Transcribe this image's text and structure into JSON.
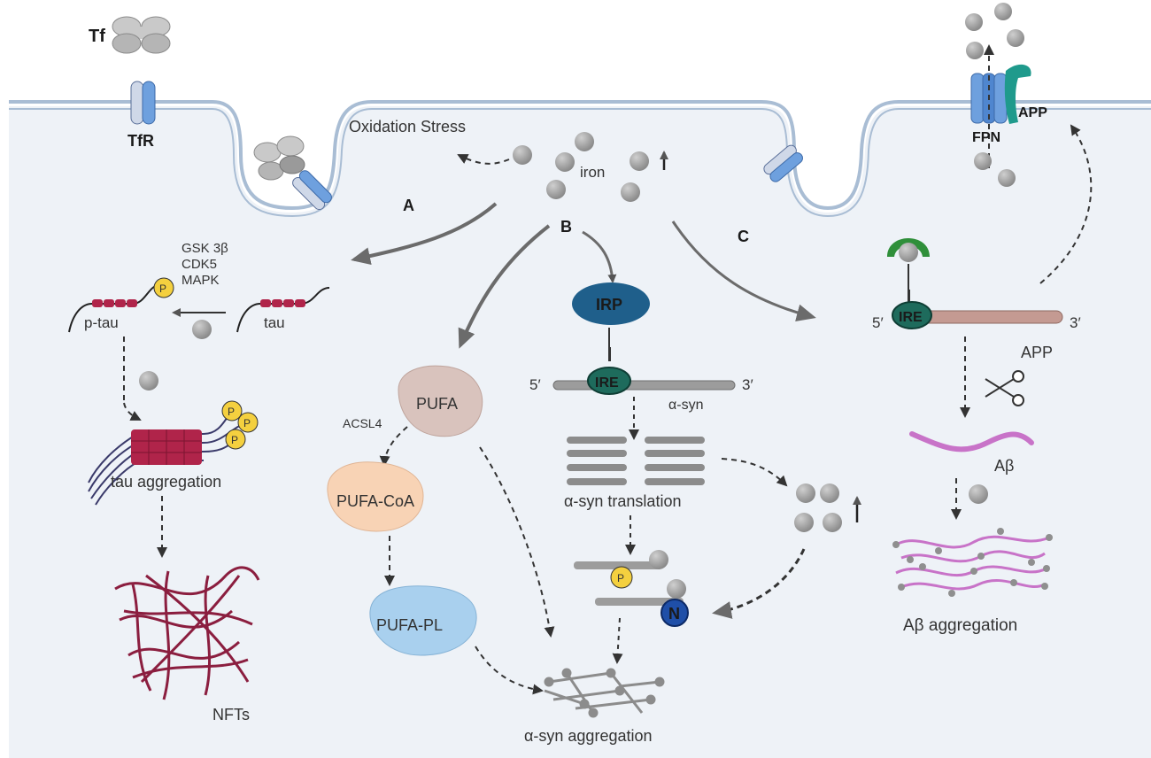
{
  "labels": {
    "tf": "Tf",
    "tfr": "TfR",
    "oxidation_stress": "Oxidation Stress",
    "iron": "iron",
    "fpn": "FPN",
    "app_membrane": "APP",
    "pathway_a": "A",
    "pathway_b": "B",
    "pathway_c": "C"
  },
  "tau_panel": {
    "kinase_1": "GSK 3β",
    "kinase_2": "CDK5",
    "kinase_3": "MAPK",
    "phospho": "P",
    "p_tau": "p-tau",
    "tau": "tau",
    "tau_aggregation": "tau aggregation",
    "nfts": "NFTs"
  },
  "lipid_panel": {
    "pufa": "PUFA",
    "acsl4": "ACSL4",
    "pufa_coa": "PUFA-CoA",
    "pufa_pl": "PUFA-PL"
  },
  "syn_panel": {
    "irp": "IRP",
    "ire": "IRE",
    "five_prime": "5′",
    "three_prime": "3′",
    "alpha_syn": "α-syn",
    "translation": "α-syn translation",
    "phospho": "P",
    "nitro": "N",
    "aggregation": "α-syn aggregation"
  },
  "app_panel": {
    "ire": "IRE",
    "five_prime": "5′",
    "three_prime": "3′",
    "app": "APP",
    "abeta": "Aβ",
    "abeta_aggregation": "Aβ aggregation"
  },
  "colors": {
    "cytoplasm": "#eef2f7",
    "membrane": "#a9bdd4",
    "iron": "#9a9a9a",
    "irp": "#1f5f8b",
    "ire": "#1e6b5c",
    "tau_red": "#b0244a",
    "phospho_yellow": "#f4d03f",
    "pufa": "#d9c3bd",
    "pufa_coa": "#f8d3b5",
    "pufa_pl": "#a9d0ee",
    "app_mrna": "#c49a92",
    "abeta": "#c873c8",
    "ferritin_green": "#2f8f3a"
  }
}
